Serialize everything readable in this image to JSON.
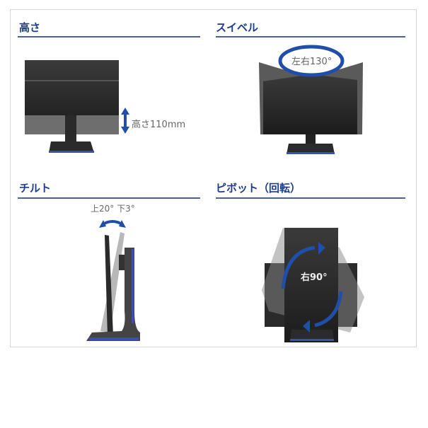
{
  "sections": {
    "height": {
      "title": "高さ",
      "label": "高さ110mm"
    },
    "swivel": {
      "title": "スイベル",
      "label": "左右130°"
    },
    "tilt": {
      "title": "チルト",
      "label": "上20° 下3°"
    },
    "pivot": {
      "title": "ピボット（回転）",
      "label": "右90°"
    }
  },
  "colors": {
    "heading": "#1d3d8a",
    "arrow": "#1f4fa8",
    "rule": "#4a5f9e"
  }
}
